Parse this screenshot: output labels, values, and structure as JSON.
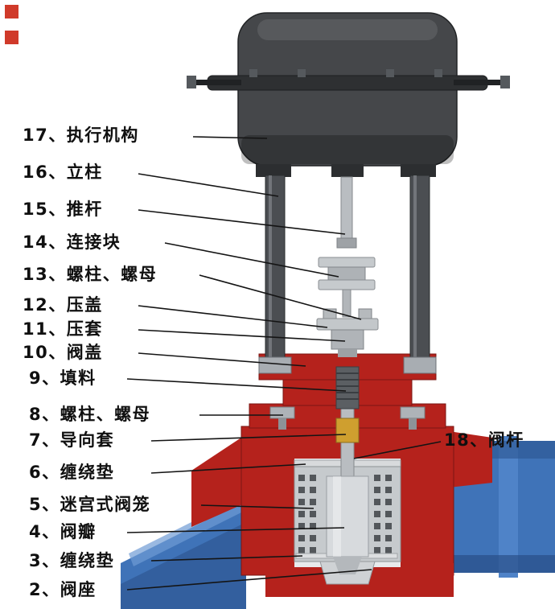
{
  "figure": {
    "subject": "control-valve-cutaway-diagram"
  },
  "labels": {
    "n17": "17、执行机构",
    "n16": "16、立柱",
    "n15": "15、推杆",
    "n14": "14、连接块",
    "n13": "13、螺柱、螺母",
    "n12": "12、压盖",
    "n11": "11、压套",
    "n10": "10、阀盖",
    "n9": "9、填料",
    "n8": "8、螺柱、螺母",
    "n7": "7、导向套",
    "n6": "6、缠绕垫",
    "n5": "5、迷宫式阀笼",
    "n4": "4、阀瓣",
    "n3": "3、缠绕垫",
    "n2": "2、阀座",
    "n18": "18、阀杆"
  },
  "colors": {
    "body_red": "#b5221c",
    "pipe_blue": "#3f73b8",
    "pipe_blue_bright": "#4f83c8",
    "actuator_gray": "#45474a",
    "metal_light": "#c6cacd",
    "guide_gold": "#cf9f2f",
    "packing_dark": "#5b5f63",
    "marker_red": "#d03a2a"
  }
}
